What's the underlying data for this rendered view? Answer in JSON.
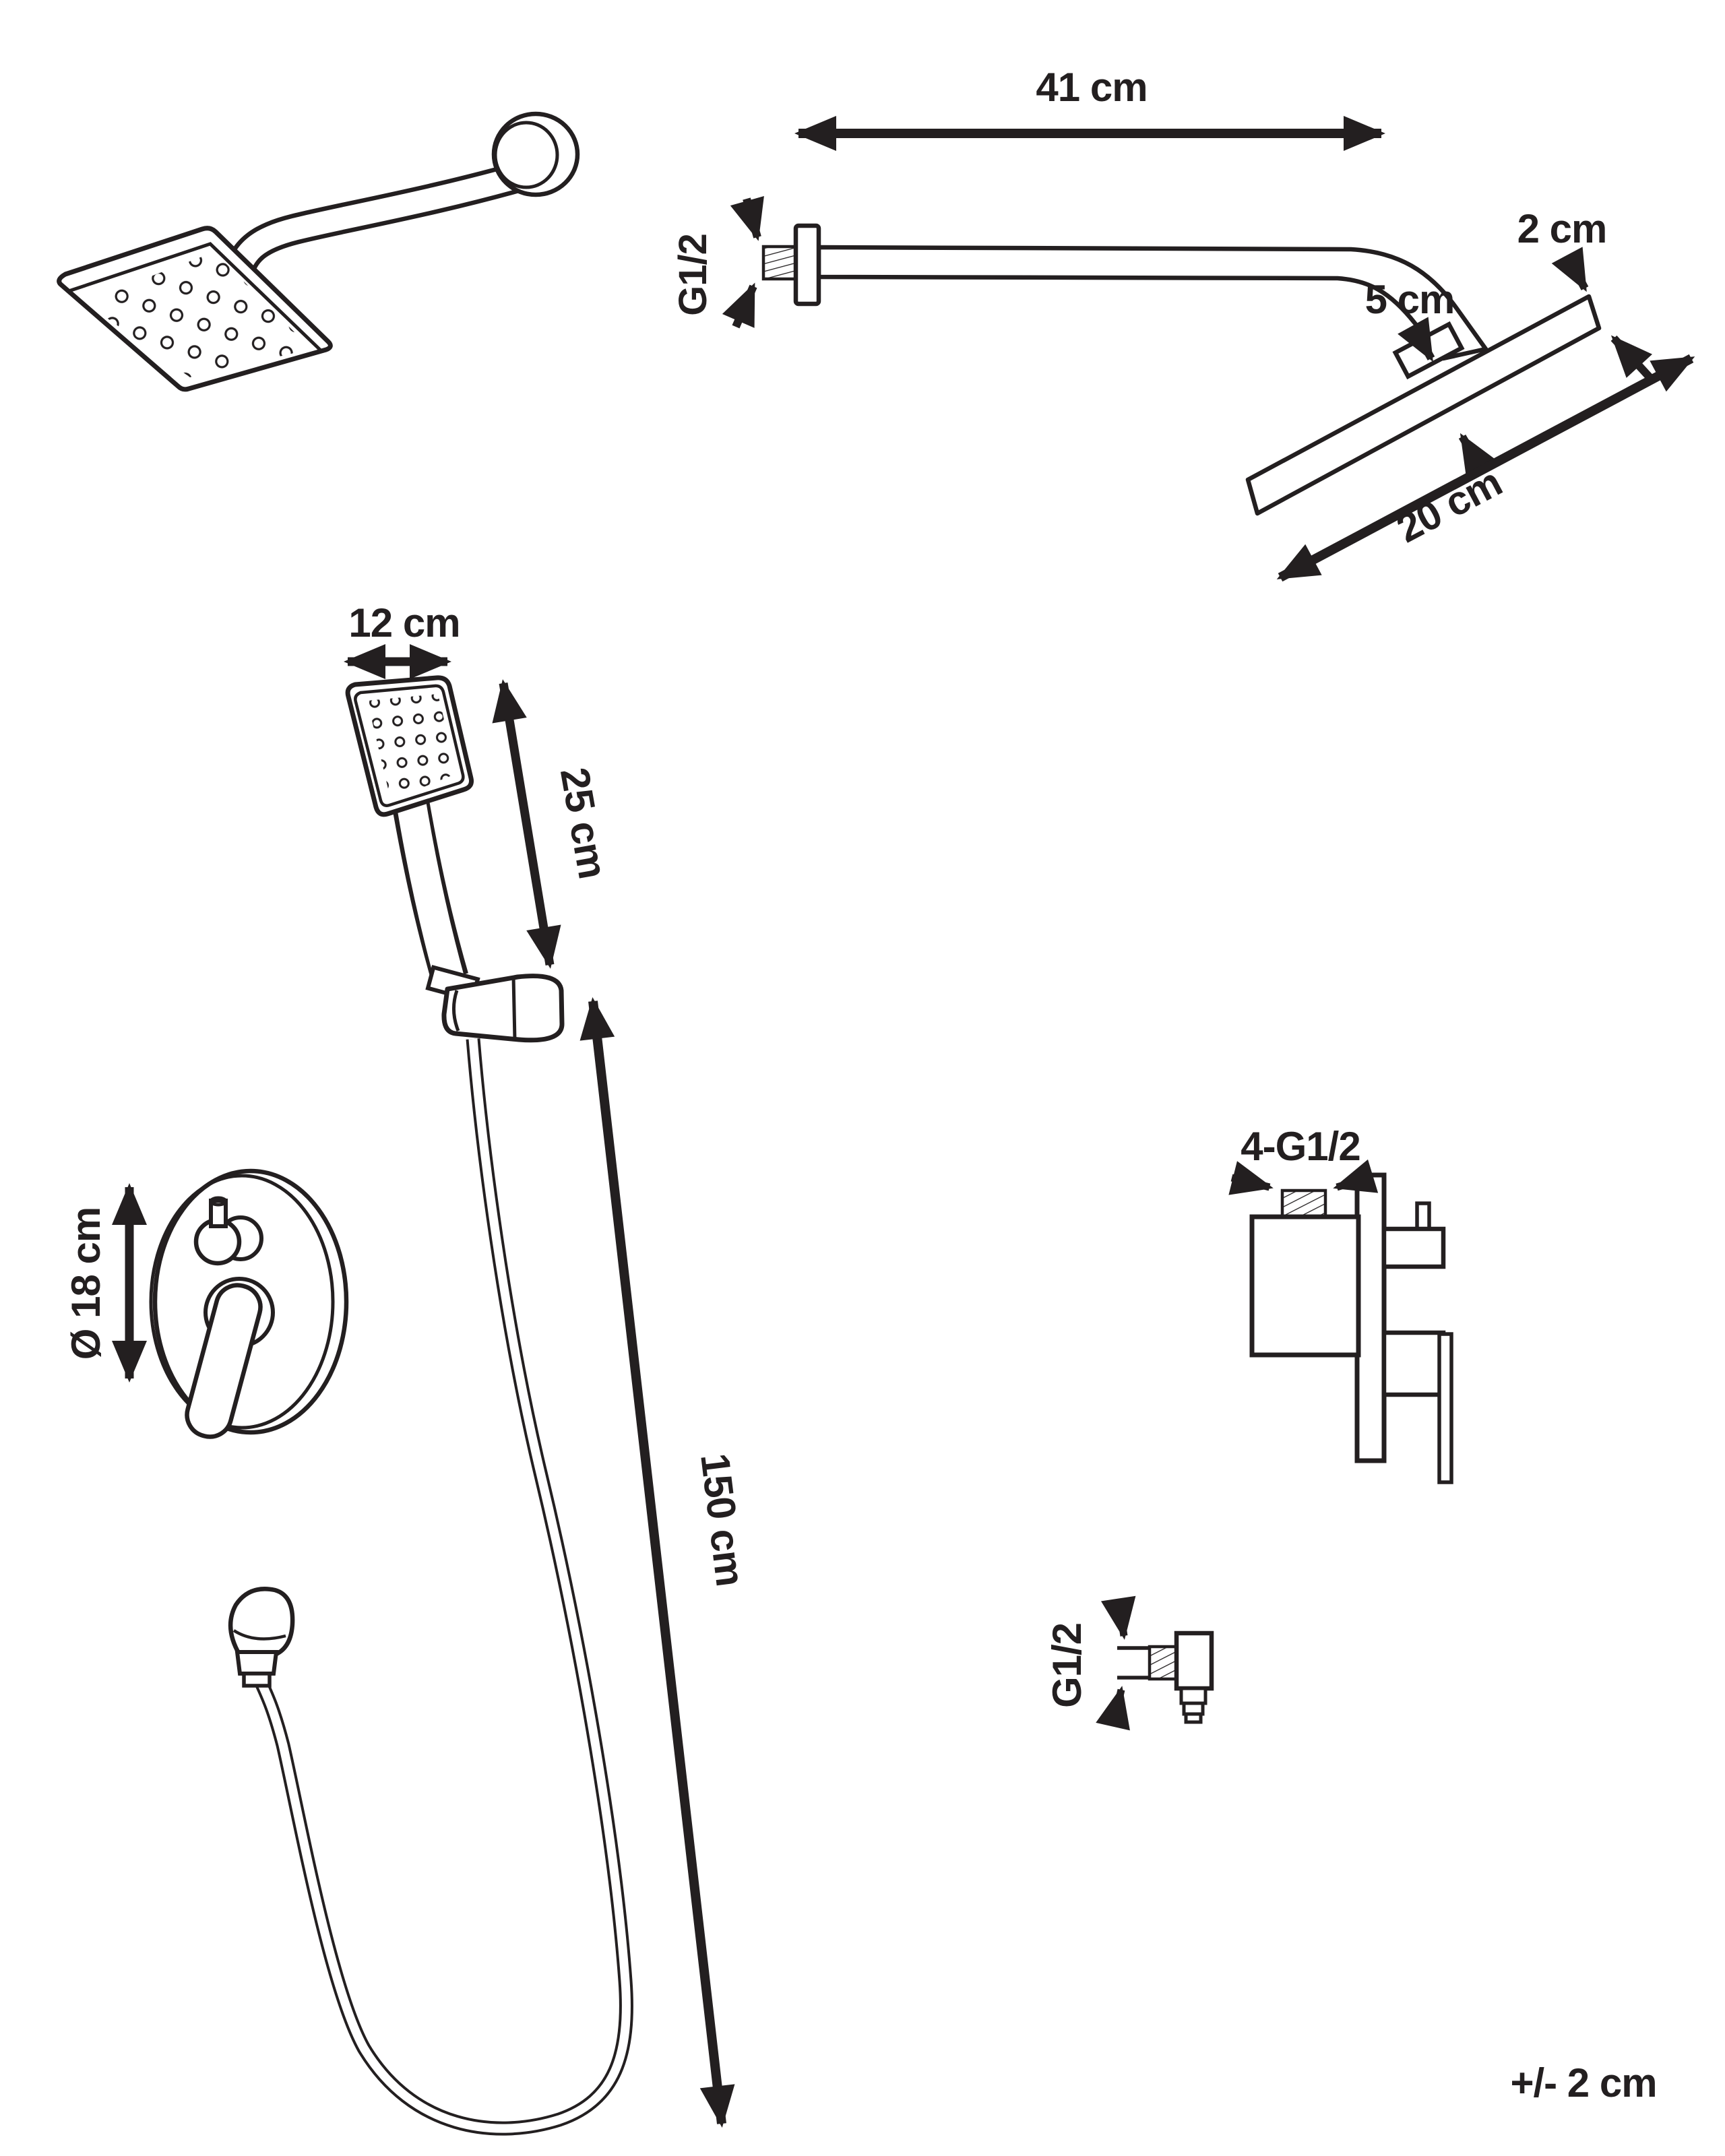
{
  "figure": {
    "type": "product-dimension-diagram",
    "subject": "shower set with rain head, hand shower, hose and concealed mixer"
  },
  "labels": {
    "dim_41": "41 cm",
    "thread_arm": "G1/2",
    "dim_2": "2 cm",
    "dim_5": "5 cm",
    "dim_20": "20 cm",
    "dim_12": "12 cm",
    "dim_25": "25 cm",
    "dim_150": "150 cm",
    "dim_diameter": "Ø 18 cm",
    "thread_mixer": "4-G1/2",
    "thread_outlet": "G1/2",
    "tolerance": "+/- 2 cm"
  },
  "colors": {
    "line": "#231f20",
    "background": "#ffffff"
  }
}
